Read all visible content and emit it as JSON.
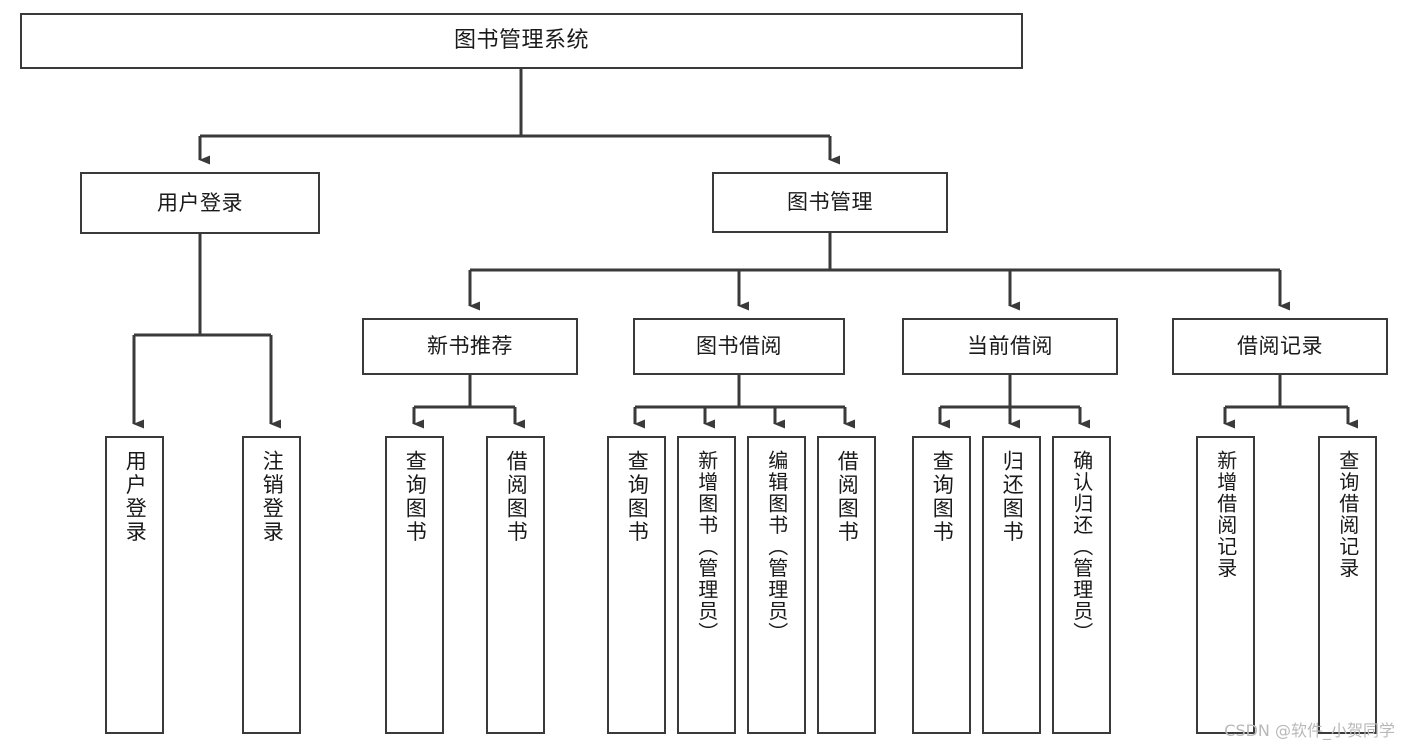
{
  "diagram": {
    "title": "图书管理系统",
    "type": "tree-structure-chart",
    "line_color": "#3a3a3a",
    "box_fill": "#ffffff",
    "text_color": "#1a1a1a",
    "watermark": "CSDN @软件_小贺同学",
    "nodes": {
      "root": {
        "label": "图书管理系统"
      },
      "level1": [
        {
          "label": "用户登录"
        },
        {
          "label": "图书管理"
        }
      ],
      "level2": [
        {
          "label": "新书推荐"
        },
        {
          "label": "图书借阅"
        },
        {
          "label": "当前借阅"
        },
        {
          "label": "借阅记录"
        }
      ],
      "leaves_user_login": [
        {
          "label": "用户登录"
        },
        {
          "label": "注销登录"
        }
      ],
      "leaves_new_book": [
        {
          "label": "查询图书"
        },
        {
          "label": "借阅图书"
        }
      ],
      "leaves_borrow": [
        {
          "label": "查询图书"
        },
        {
          "label": "新增图书（管理员）"
        },
        {
          "label": "编辑图书（管理员）"
        },
        {
          "label": "借阅图书"
        }
      ],
      "leaves_current": [
        {
          "label": "查询图书"
        },
        {
          "label": "归还图书"
        },
        {
          "label": "确认归还（管理员）"
        }
      ],
      "leaves_record": [
        {
          "label": "新增借阅记录"
        },
        {
          "label": "查询借阅记录"
        }
      ]
    }
  }
}
